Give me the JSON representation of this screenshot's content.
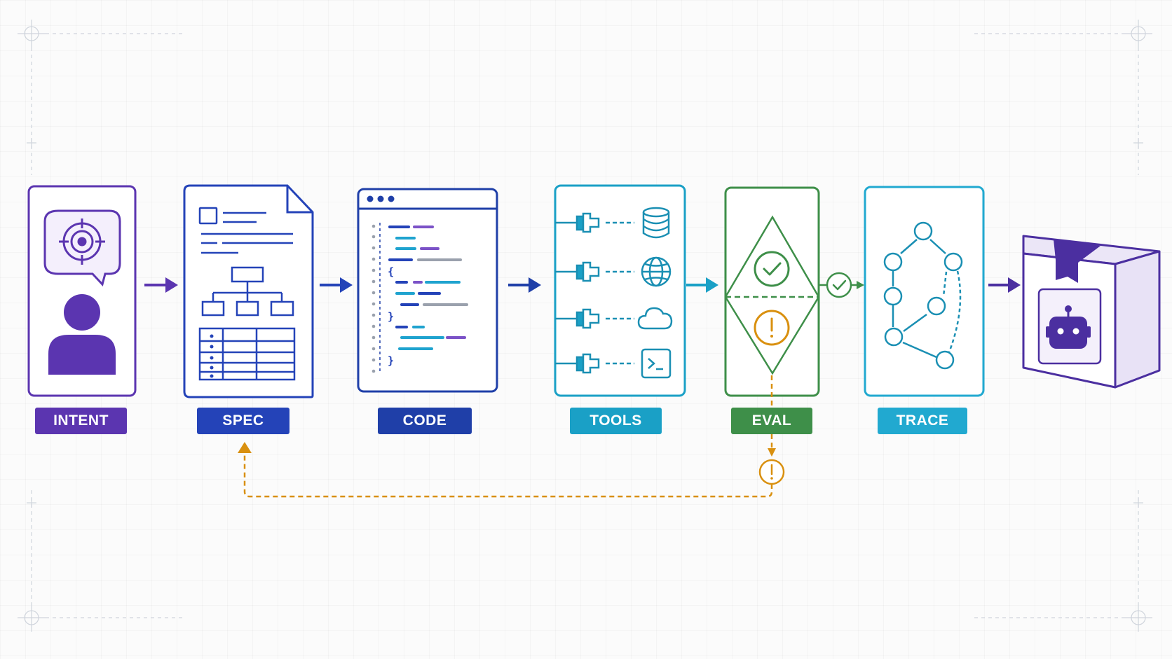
{
  "stages": [
    {
      "id": "intent",
      "label": "INTENT"
    },
    {
      "id": "spec",
      "label": "SPEC"
    },
    {
      "id": "code",
      "label": "CODE"
    },
    {
      "id": "tools",
      "label": "TOOLS"
    },
    {
      "id": "eval",
      "label": "EVAL"
    },
    {
      "id": "trace",
      "label": "TRACE"
    }
  ],
  "code_braces": [
    "{",
    "}",
    "}"
  ],
  "colors": {
    "intent": "#5b35b0",
    "spec": "#2443b8",
    "code": "#1f3fa8",
    "tools": "#1aa0c6",
    "eval": "#3e8f49",
    "trace": "#21a9d0",
    "warning": "#d9900f",
    "output_box": "#4b2fa0"
  },
  "icons": {
    "intent": [
      "speech-bubble-icon",
      "target-icon",
      "person-icon"
    ],
    "spec": [
      "document-icon",
      "hierarchy-icon",
      "table-icon"
    ],
    "code": [
      "code-window-icon"
    ],
    "tools": [
      "plug-icon",
      "database-icon",
      "globe-icon",
      "cloud-icon",
      "terminal-icon"
    ],
    "eval": [
      "check-icon",
      "warning-icon"
    ],
    "trace": [
      "graph-icon"
    ],
    "output": [
      "package-box-icon",
      "robot-icon"
    ]
  }
}
